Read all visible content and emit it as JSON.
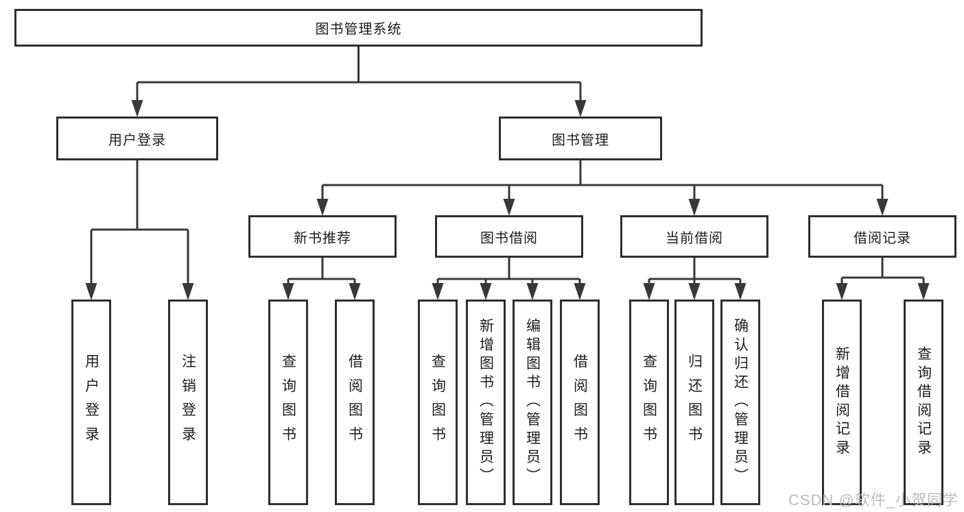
{
  "diagram": {
    "type": "tree-structure-chart",
    "colors": {
      "background": "#ffffff",
      "line": "#383838",
      "border": "#2e2e2e",
      "text": "#1d1d1d",
      "watermark": "#bcbcbc"
    },
    "nodes": [
      {
        "id": "root",
        "label": "图书管理系统",
        "parent": null,
        "orientation": "horizontal"
      },
      {
        "id": "user-login",
        "label": "用户登录",
        "parent": "root",
        "orientation": "horizontal"
      },
      {
        "id": "book-mgmt",
        "label": "图书管理",
        "parent": "root",
        "orientation": "horizontal"
      },
      {
        "id": "login",
        "label": "用户登录",
        "parent": "user-login",
        "orientation": "vertical"
      },
      {
        "id": "logout",
        "label": "注销登录",
        "parent": "user-login",
        "orientation": "vertical"
      },
      {
        "id": "new-book-rec",
        "label": "新书推荐",
        "parent": "book-mgmt",
        "orientation": "horizontal"
      },
      {
        "id": "book-borrow",
        "label": "图书借阅",
        "parent": "book-mgmt",
        "orientation": "horizontal"
      },
      {
        "id": "current-borrow",
        "label": "当前借阅",
        "parent": "book-mgmt",
        "orientation": "horizontal"
      },
      {
        "id": "borrow-records",
        "label": "借阅记录",
        "parent": "book-mgmt",
        "orientation": "horizontal"
      },
      {
        "id": "query-book-1",
        "label": "查询图书",
        "parent": "new-book-rec",
        "orientation": "vertical"
      },
      {
        "id": "borrow-book-1",
        "label": "借阅图书",
        "parent": "new-book-rec",
        "orientation": "vertical"
      },
      {
        "id": "query-book-2",
        "label": "查询图书",
        "parent": "book-borrow",
        "orientation": "vertical"
      },
      {
        "id": "add-book",
        "label": "新增图书（管理员）",
        "parent": "book-borrow",
        "orientation": "vertical"
      },
      {
        "id": "edit-book",
        "label": "编辑图书（管理员）",
        "parent": "book-borrow",
        "orientation": "vertical"
      },
      {
        "id": "borrow-book-2",
        "label": "借阅图书",
        "parent": "book-borrow",
        "orientation": "vertical"
      },
      {
        "id": "query-book-3",
        "label": "查询图书",
        "parent": "current-borrow",
        "orientation": "vertical"
      },
      {
        "id": "return-book",
        "label": "归还图书",
        "parent": "current-borrow",
        "orientation": "vertical"
      },
      {
        "id": "confirm-return",
        "label": "确认归还（管理员）",
        "parent": "current-borrow",
        "orientation": "vertical"
      },
      {
        "id": "add-borrow-record",
        "label": "新增借阅记录",
        "parent": "borrow-records",
        "orientation": "vertical"
      },
      {
        "id": "query-borrow-record",
        "label": "查询借阅记录",
        "parent": "borrow-records",
        "orientation": "vertical"
      }
    ],
    "watermark": "CSDN @软件_小贺同学"
  }
}
